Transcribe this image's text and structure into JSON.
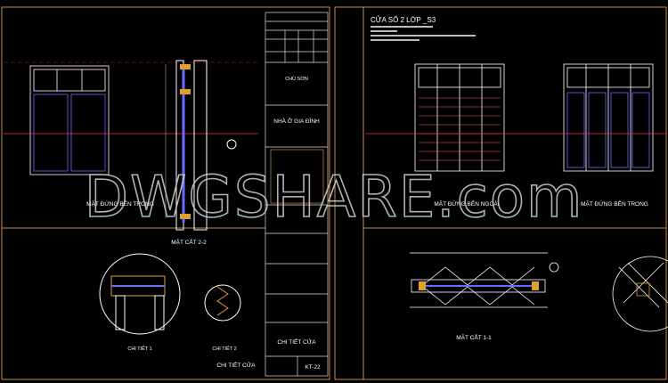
{
  "left_sheet": {
    "elevation_label": "MẶT ĐỨNG BÊN TRONG",
    "section_label": "MẶT CẮT 2-2",
    "detail1_label": "CHI TIẾT 1",
    "detail2_label": "CHI TIẾT 2",
    "details_title": "CHI TIẾT CỬA"
  },
  "title_block": {
    "owner": "CHỦ SƠN",
    "project": "NHÀ Ở GIA ĐÌNH",
    "drawing_name": "CHI TIẾT CỬA",
    "sheet_number": "KT-22"
  },
  "right_sheet": {
    "title": "CỬA SỔ 2 LỚP _S3",
    "outer_elevation_label": "MẶT ĐỨNG BÊN NGOÀI",
    "inner_elevation_label": "MẶT ĐỨNG BÊN TRONG",
    "section_label": "MẶT CẮT 1-1"
  },
  "watermark": "DWGSHARE.com",
  "colors": {
    "background": "#000000",
    "frame": "#c98a4a",
    "lines": "#ffffff",
    "axis": "#ff3030",
    "glass": "#6a6aff",
    "wood": "#e0a030"
  }
}
